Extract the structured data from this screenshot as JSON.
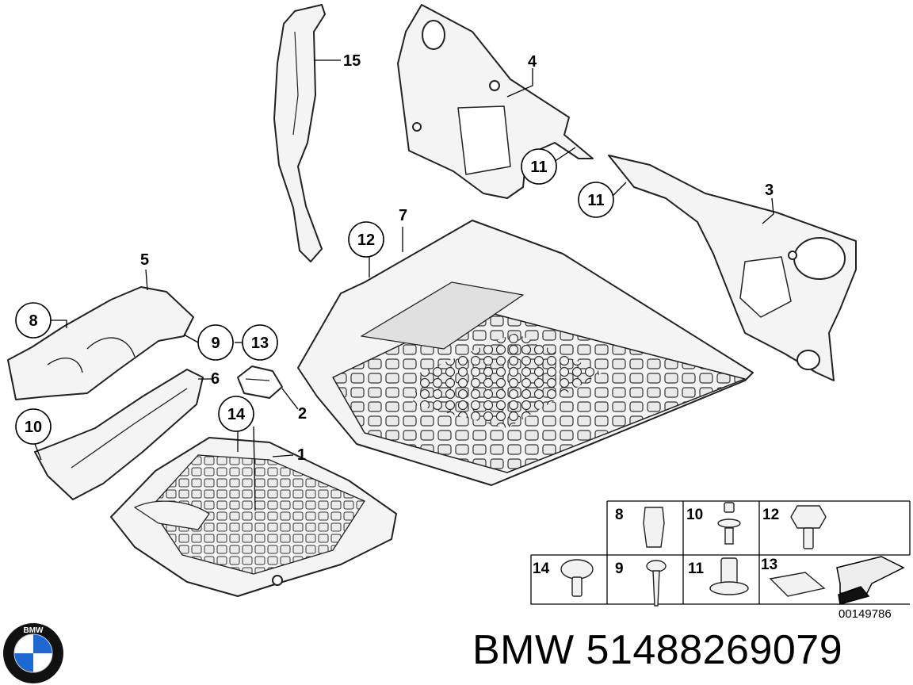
{
  "callouts": {
    "c1": "1",
    "c2": "2",
    "c3": "3",
    "c4": "4",
    "c5": "5",
    "c6": "6",
    "c7": "7",
    "c8": "8",
    "c9": "9",
    "c10": "10",
    "c11a": "11",
    "c11b": "11",
    "c12": "12",
    "c13": "13",
    "c14": "14",
    "c15": "15"
  },
  "hardware_grid": {
    "cells": [
      {
        "label": "8"
      },
      {
        "label": "10"
      },
      {
        "label": "12"
      },
      {
        "label": "14"
      },
      {
        "label": "9"
      },
      {
        "label": "11"
      },
      {
        "label": "13"
      }
    ]
  },
  "document_number": "00149786",
  "caption": "BMW 51488269079",
  "brand": {
    "logo": "BMW",
    "colors": {
      "blue": "#1c69d4",
      "ring": "#111111",
      "white": "#ffffff"
    }
  },
  "icons": {
    "direction": "arrow-left-down-icon"
  }
}
